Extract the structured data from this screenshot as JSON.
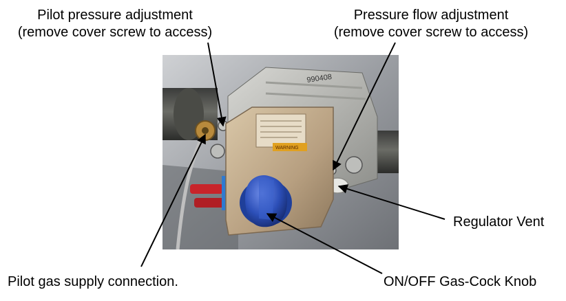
{
  "labels": {
    "pilot_pressure": {
      "line1": "Pilot pressure adjustment",
      "line2": "(remove cover screw to access)"
    },
    "pressure_flow": {
      "line1": "Pressure flow adjustment",
      "line2": "(remove cover screw to access)"
    },
    "regulator_vent": "Regulator Vent",
    "pilot_gas_supply": "Pilot gas supply connection.",
    "gas_cock_knob": "ON/OFF Gas-Cock Knob"
  },
  "photo": {
    "valve_body_text": "990408",
    "warning_label": "WARNING"
  },
  "colors": {
    "label_text": "#000000",
    "leader_line": "#000000",
    "photo_background": "#8f9296",
    "valve_body": "#b9a58a",
    "knob": "#2c4fb8",
    "warning_label": "#e0a020"
  }
}
